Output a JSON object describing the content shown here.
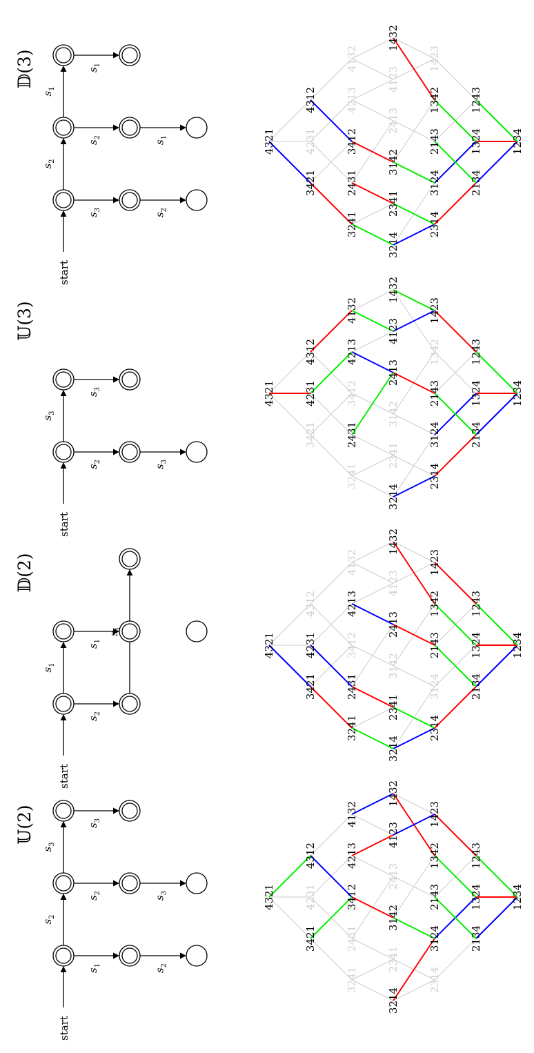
{
  "colors": {
    "edge_active_a": "#ff0000",
    "edge_active_b": "#00ee00",
    "edge_active_c": "#0000ff",
    "edge_inactive": "#cccccc",
    "text_active": "#000000",
    "text_inactive": "#cfcfcf"
  },
  "panels": [
    {
      "title": "𝕌(2)",
      "automaton": {
        "start_label": "start",
        "nodes": [
          {
            "id": "a",
            "accept": true
          },
          {
            "id": "b",
            "accept": true
          },
          {
            "id": "c",
            "accept": true
          },
          {
            "id": "d",
            "accept": true
          },
          {
            "id": "e",
            "accept": true
          },
          {
            "id": "f",
            "accept": true
          },
          {
            "id": "g",
            "accept": false
          },
          {
            "id": "h",
            "accept": false
          }
        ],
        "edges": [
          {
            "from": "a",
            "to": "b",
            "label": "s",
            "sub": "2"
          },
          {
            "from": "b",
            "to": "c",
            "label": "s",
            "sub": "3"
          },
          {
            "from": "a",
            "to": "d",
            "label": "s",
            "sub": "1"
          },
          {
            "from": "b",
            "to": "e",
            "label": "s",
            "sub": "2"
          },
          {
            "from": "c",
            "to": "f",
            "label": "s",
            "sub": "3"
          },
          {
            "from": "d",
            "to": "g",
            "label": "s",
            "sub": "2"
          },
          {
            "from": "e",
            "to": "h",
            "label": "s",
            "sub": "3"
          }
        ]
      },
      "active": [
        "4321",
        "4312",
        "3421",
        "3412",
        "4213",
        "3142",
        "4132",
        "4123",
        "3124",
        "1432",
        "1342",
        "3214",
        "1423",
        "1324",
        "2134",
        "1243",
        "2143",
        "1234"
      ],
      "colored": [
        [
          "4321",
          "4312",
          "b"
        ],
        [
          "4312",
          "3412",
          "c"
        ],
        [
          "4321",
          "3421",
          "n"
        ],
        [
          "3421",
          "3412",
          "b"
        ],
        [
          "3412",
          "3142",
          "a"
        ],
        [
          "3142",
          "3124",
          "b"
        ],
        [
          "4213",
          "4123",
          "a"
        ],
        [
          "4132",
          "1432",
          "c"
        ],
        [
          "4123",
          "1423",
          "c"
        ],
        [
          "1432",
          "1342",
          "a"
        ],
        [
          "1342",
          "1324",
          "b"
        ],
        [
          "1423",
          "1243",
          "a"
        ],
        [
          "1243",
          "1234",
          "b"
        ],
        [
          "1324",
          "1234",
          "a"
        ],
        [
          "3214",
          "3124",
          "a"
        ],
        [
          "3124",
          "1324",
          "c"
        ],
        [
          "2134",
          "1234",
          "c"
        ],
        [
          "2143",
          "2134",
          "b"
        ]
      ]
    },
    {
      "title": "𝔻(2)",
      "automaton": {
        "start_label": "start",
        "nodes": [
          {
            "id": "a",
            "accept": true
          },
          {
            "id": "b",
            "accept": true
          },
          {
            "id": "d",
            "accept": true
          },
          {
            "id": "e",
            "accept": true
          },
          {
            "id": "f",
            "accept": true
          },
          {
            "id": "h",
            "accept": false
          }
        ],
        "edges": [
          {
            "from": "a",
            "to": "b",
            "label": "s",
            "sub": "1"
          },
          {
            "from": "a",
            "to": "d",
            "label": "s",
            "sub": "2"
          },
          {
            "from": "b",
            "to": "e",
            "label": "s",
            "sub": "1"
          },
          {
            "from": "d",
            "to": "f",
            "label": "s",
            "sub": "1"
          }
        ]
      },
      "active": [
        "4321",
        "4231",
        "3421",
        "4213",
        "3241",
        "2431",
        "2413",
        "2341",
        "3214",
        "2314",
        "1432",
        "2143",
        "1342",
        "2134",
        "1423",
        "1324",
        "1243",
        "1234"
      ],
      "colored": [
        [
          "4321",
          "3421",
          "c"
        ],
        [
          "3421",
          "3241",
          "a"
        ],
        [
          "4231",
          "2431",
          "c"
        ],
        [
          "2431",
          "2341",
          "a"
        ],
        [
          "3241",
          "3214",
          "b"
        ],
        [
          "2341",
          "2314",
          "b"
        ],
        [
          "4213",
          "2413",
          "c"
        ],
        [
          "2413",
          "2143",
          "a"
        ],
        [
          "3214",
          "2314",
          "c"
        ],
        [
          "2314",
          "2134",
          "a"
        ],
        [
          "2143",
          "2134",
          "b"
        ],
        [
          "1432",
          "1342",
          "a"
        ],
        [
          "1342",
          "1324",
          "b"
        ],
        [
          "1423",
          "1243",
          "a"
        ],
        [
          "1243",
          "1234",
          "b"
        ],
        [
          "1324",
          "1234",
          "a"
        ],
        [
          "2134",
          "1234",
          "c"
        ]
      ]
    },
    {
      "title": "𝕌(3)",
      "automaton": {
        "start_label": "start",
        "nodes": [
          {
            "id": "a",
            "accept": true
          },
          {
            "id": "b",
            "accept": true
          },
          {
            "id": "d",
            "accept": true
          },
          {
            "id": "e",
            "accept": true
          },
          {
            "id": "g",
            "accept": false
          }
        ],
        "edges": [
          {
            "from": "a",
            "to": "b",
            "label": "s",
            "sub": "3"
          },
          {
            "from": "a",
            "to": "d",
            "label": "s",
            "sub": "2"
          },
          {
            "from": "b",
            "to": "e",
            "label": "s",
            "sub": "3"
          },
          {
            "from": "d",
            "to": "g",
            "label": "s",
            "sub": "3"
          }
        ]
      },
      "active": [
        "4321",
        "4231",
        "4312",
        "4213",
        "2431",
        "4132",
        "2413",
        "4123",
        "3214",
        "1432",
        "2143",
        "2314",
        "1423",
        "3124",
        "1324",
        "2134",
        "1243",
        "1234"
      ],
      "colored": [
        [
          "4321",
          "4231",
          "a"
        ],
        [
          "4312",
          "4132",
          "a"
        ],
        [
          "4231",
          "4213",
          "b"
        ],
        [
          "4213",
          "2413",
          "c"
        ],
        [
          "4132",
          "4123",
          "b"
        ],
        [
          "4123",
          "1423",
          "c"
        ],
        [
          "1432",
          "1423",
          "b"
        ],
        [
          "2413",
          "2143",
          "a"
        ],
        [
          "2431",
          "2413",
          "b"
        ],
        [
          "1423",
          "1243",
          "a"
        ],
        [
          "1243",
          "1234",
          "b"
        ],
        [
          "2143",
          "2134",
          "b"
        ],
        [
          "3214",
          "2314",
          "c"
        ],
        [
          "2314",
          "2134",
          "a"
        ],
        [
          "3124",
          "1324",
          "c"
        ],
        [
          "1324",
          "1234",
          "a"
        ],
        [
          "2134",
          "1234",
          "c"
        ]
      ]
    },
    {
      "title": "𝔻(3)",
      "automaton": {
        "start_label": "start",
        "nodes": [
          {
            "id": "a",
            "accept": true
          },
          {
            "id": "b",
            "accept": true
          },
          {
            "id": "c",
            "accept": true
          },
          {
            "id": "d",
            "accept": true
          },
          {
            "id": "e",
            "accept": true
          },
          {
            "id": "f",
            "accept": true
          },
          {
            "id": "g",
            "accept": false
          },
          {
            "id": "h",
            "accept": false
          }
        ],
        "edges": [
          {
            "from": "a",
            "to": "b",
            "label": "s",
            "sub": "2"
          },
          {
            "from": "b",
            "to": "c",
            "label": "s",
            "sub": "1"
          },
          {
            "from": "a",
            "to": "d",
            "label": "s",
            "sub": "3"
          },
          {
            "from": "b",
            "to": "e",
            "label": "s",
            "sub": "2"
          },
          {
            "from": "c",
            "to": "f",
            "label": "s",
            "sub": "1"
          },
          {
            "from": "d",
            "to": "g",
            "label": "s",
            "sub": "2"
          },
          {
            "from": "e",
            "to": "h",
            "label": "s",
            "sub": "1"
          }
        ]
      },
      "active": [
        "4321",
        "4312",
        "3421",
        "3412",
        "2431",
        "3241",
        "3142",
        "2341",
        "3214",
        "1432",
        "2314",
        "3124",
        "1342",
        "2143",
        "2134",
        "1324",
        "1243",
        "1234"
      ],
      "colored": [
        [
          "4321",
          "3421",
          "c"
        ],
        [
          "3421",
          "3241",
          "a"
        ],
        [
          "4312",
          "3412",
          "c"
        ],
        [
          "3412",
          "3142",
          "a"
        ],
        [
          "3142",
          "3124",
          "b"
        ],
        [
          "2431",
          "2341",
          "a"
        ],
        [
          "2341",
          "2314",
          "b"
        ],
        [
          "3241",
          "3214",
          "b"
        ],
        [
          "3214",
          "2314",
          "c"
        ],
        [
          "2314",
          "2134",
          "a"
        ],
        [
          "3124",
          "1324",
          "c"
        ],
        [
          "1324",
          "1234",
          "a"
        ],
        [
          "1432",
          "1342",
          "a"
        ],
        [
          "1342",
          "1324",
          "b"
        ],
        [
          "1243",
          "1234",
          "b"
        ],
        [
          "2143",
          "2134",
          "b"
        ],
        [
          "2134",
          "1234",
          "c"
        ]
      ]
    }
  ]
}
